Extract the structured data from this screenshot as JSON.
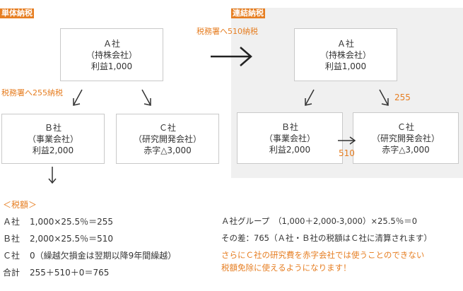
{
  "left_panel": {
    "tag": "単体納税",
    "company_a": {
      "name": "Ａ社",
      "role": "（持株会社）",
      "profit": "利益1,000"
    },
    "company_b": {
      "name": "Ｂ社",
      "role": "（事業会社）",
      "profit": "利益2,000"
    },
    "company_c": {
      "name": "Ｃ社",
      "role": "（研究開発会社）",
      "profit": "赤字△3,000"
    },
    "tax_note_a": "税務署へ255納税"
  },
  "center": {
    "tax_note": "税務署へ510納税"
  },
  "right_panel": {
    "tag": "連結納税",
    "company_a": {
      "name": "Ａ社",
      "role": "（持株会社）",
      "profit": "利益1,000"
    },
    "company_b": {
      "name": "Ｂ社",
      "role": "（事業会社）",
      "profit": "利益2,000"
    },
    "company_c": {
      "name": "Ｃ社",
      "role": "（研究開発会社）",
      "profit": "赤字△3,000"
    },
    "flow_a_to_c": "255",
    "flow_b_to_c": "510"
  },
  "tax_section": {
    "heading": "＜税額＞",
    "lines": [
      {
        "key": "Ａ社",
        "value": "1,000×25.5％＝255"
      },
      {
        "key": "Ｂ社",
        "value": "2,000×25.5％＝510"
      },
      {
        "key": "Ｃ社",
        "value": "0（繰越欠損金は翌期以降9年間繰越）"
      },
      {
        "key": "合計",
        "value": "255＋510＋0＝765"
      }
    ],
    "group_line": "Ａ社グループ　（1,000＋2,000-3,000）×25.5％＝0",
    "diff_line": "その差：765（Ａ社・Ｂ社の税額はＣ社に清算されます）",
    "note_line1": "さらにＣ社の研究費を赤字会社では使うことのできない",
    "note_line2": "税額免除に使えるようになります！"
  },
  "colors": {
    "tag_left": "#e67e22",
    "tag_right": "#e67e22",
    "accent_orange": "#e67e22",
    "panel_gray": "#f0f0f0",
    "box_border": "#c9c9c9"
  }
}
